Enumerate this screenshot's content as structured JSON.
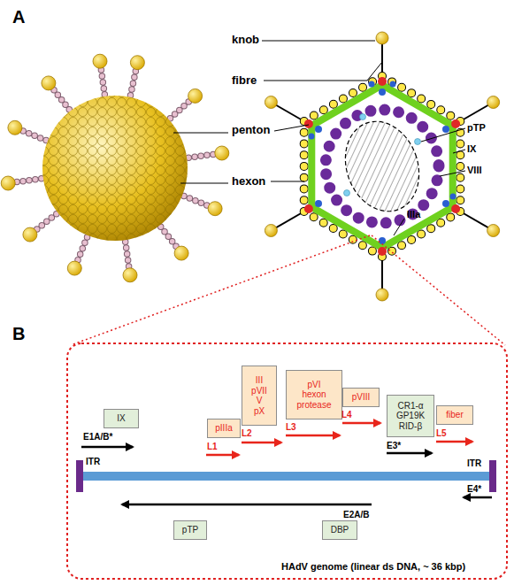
{
  "diagram": {
    "nodes": [
      {
        "text": [
          "IX"
        ]
      },
      {
        "text": [
          "pIIIa"
        ]
      },
      {
        "text": [
          "III",
          "pVII",
          "V",
          "pX"
        ]
      },
      {
        "text": [
          "pVI",
          "hexon",
          "protease"
        ]
      },
      {
        "text": [
          "pVIII"
        ]
      },
      {
        "text": [
          "CR1-α",
          "GP19K",
          "RID-β"
        ]
      },
      {
        "text": [
          "fiber"
        ]
      },
      {
        "text": [
          "pTP"
        ]
      },
      {
        "text": [
          "DBP"
        ]
      }
    ],
    "labels": [
      "A",
      "knob",
      "fibre",
      "penton",
      "hexon",
      "pTP",
      "IX",
      "VIII",
      "IIIa",
      "B",
      "E1A/B*",
      "L1",
      "L2",
      "L3",
      "L4",
      "E3*",
      "L5",
      "ITR",
      "ITR",
      "E2A/B",
      "E4*",
      "HAdV genome (linear ds DNA, ~ 36 kbp)"
    ]
  }
}
